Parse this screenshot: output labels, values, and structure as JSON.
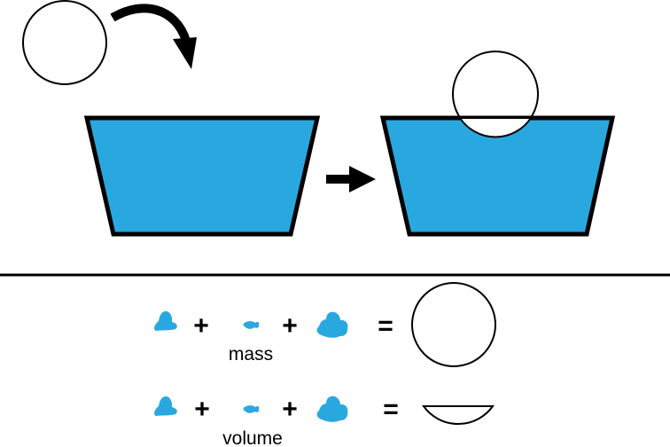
{
  "colors": {
    "water": "#29A8E0",
    "outline": "#000000",
    "background": "#ffffff"
  },
  "top_panel": {
    "left_tub": {
      "ball_icon": "circle",
      "curved_arrow_icon": "curved-arrow"
    },
    "arrow_icon": "right-arrow",
    "right_tub": {
      "ball_icon": "floating-circle"
    }
  },
  "equations": {
    "mass": {
      "plus_1": "+",
      "plus_2": "+",
      "equals": "=",
      "label": "mass",
      "result_icon": "circle"
    },
    "volume": {
      "plus_1": "+",
      "plus_2": "+",
      "equals": "=",
      "label": "volume",
      "result_icon": "submerged-circle-segment"
    }
  }
}
